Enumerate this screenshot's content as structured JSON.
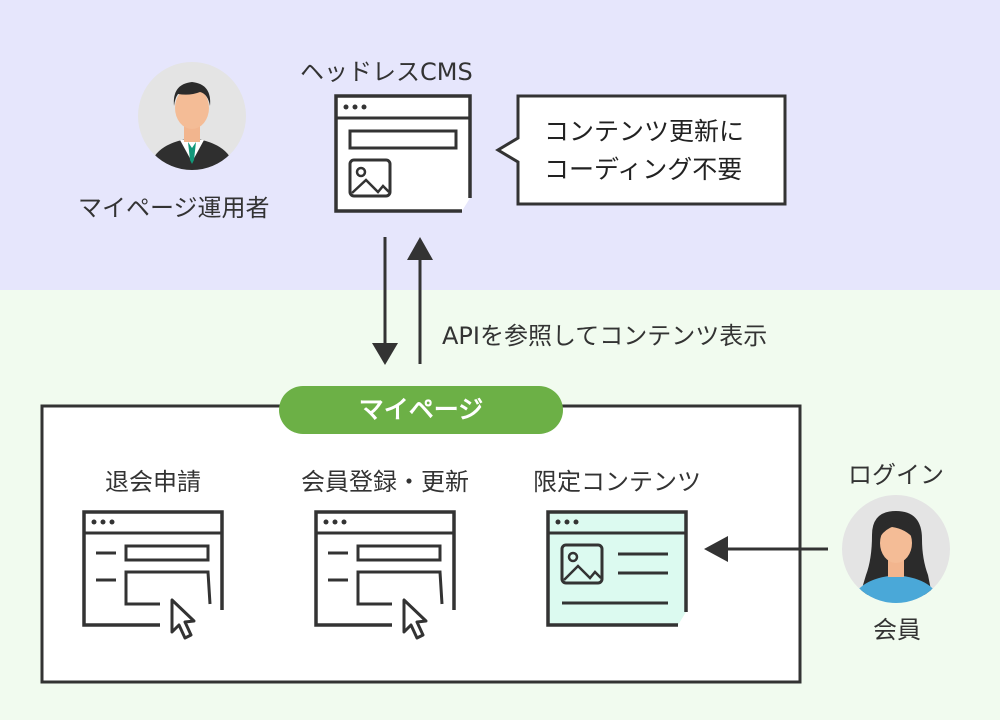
{
  "top": {
    "cms_label": "ヘッドレスCMS",
    "operator_label": "マイページ運用者",
    "bubble_lines": [
      "コンテンツ更新に",
      "コーディング不要"
    ]
  },
  "middle": {
    "api_label": "APIを参照してコンテンツ表示"
  },
  "mypage": {
    "title": "マイページ",
    "items": [
      {
        "label": "退会申請"
      },
      {
        "label": "会員登録・更新"
      },
      {
        "label": "限定コンテンツ"
      }
    ]
  },
  "member": {
    "login_label": "ログイン",
    "member_label": "会員"
  },
  "colors": {
    "top_background": "#e6e6fc",
    "bottom_background": "#f1fbef",
    "pill": "#6cb046",
    "limited_content_fill": "#dcfaf0",
    "member_shirt": "#4aa8d8"
  }
}
